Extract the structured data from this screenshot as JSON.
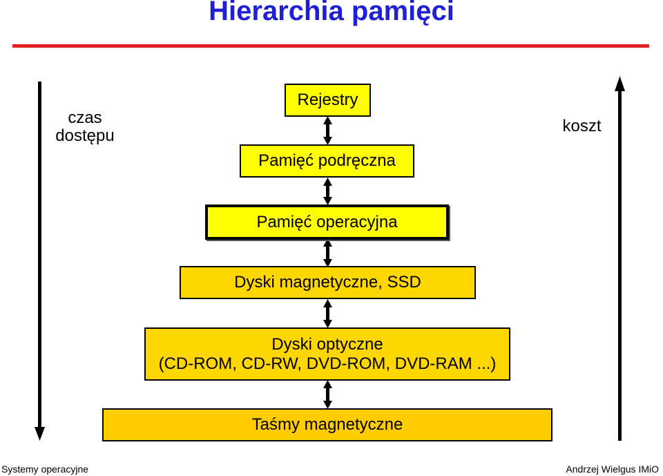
{
  "title": "Hierarchia pamięci",
  "left_axis_label_line1": "czas",
  "left_axis_label_line2": "dostępu",
  "right_axis_label": "koszt",
  "levels": [
    {
      "label": "Rejestry"
    },
    {
      "label": "Pamięć podręczna"
    },
    {
      "label": "Pamięć operacyjna"
    },
    {
      "label": "Dyski magnetyczne, SSD"
    },
    {
      "label": "Dyski optyczne",
      "sublabel": "(CD-ROM, CD-RW, DVD-ROM, DVD-RAM ...)"
    },
    {
      "label": "Taśmy magnetyczne"
    }
  ],
  "footer_left": "Systemy operacyjne",
  "footer_right": "Andrzej Wielgus  IMiO",
  "colors": {
    "title": "#1f1fd6",
    "rule": "#e02020",
    "level_1_fill": "#ffff00",
    "level_2_fill": "#ffff00",
    "level_3_fill": "#ffff00",
    "level_4_fill": "#ffd700",
    "level_5_fill": "#ffd700",
    "level_6_fill": "#ffcc00"
  }
}
